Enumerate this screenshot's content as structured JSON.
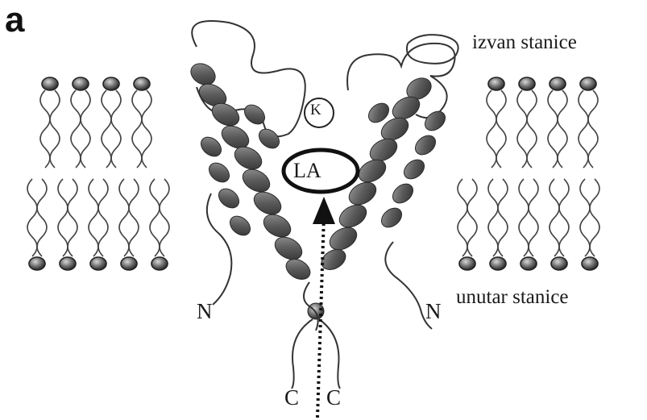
{
  "figure": {
    "panel_label": "a",
    "label_outside": "izvan stanice",
    "label_inside": "unutar stanice",
    "n_terminus_left": "N",
    "n_terminus_right": "N",
    "c_terminus_left": "C",
    "c_terminus_right": "C",
    "potassium_ion": "K",
    "ligand": "LA"
  }
}
